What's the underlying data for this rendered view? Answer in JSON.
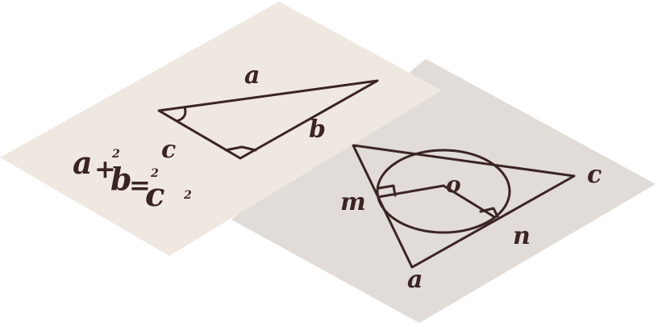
{
  "colors": {
    "front_card": "#efe8e1",
    "back_card": "#e1dcd8",
    "ink": "#3b2424"
  },
  "front_card": {
    "label_top": "a",
    "label_right": "b",
    "label_left": "c",
    "formula": {
      "a": "a",
      "plus": "+",
      "b": "b",
      "equals": "=",
      "c": "c",
      "exp1": "2",
      "exp2": "2",
      "exp3": "2"
    }
  },
  "back_card": {
    "label_center": "o",
    "label_left": "m",
    "label_right": "n",
    "label_bottom": "a",
    "label_corner": "c"
  }
}
